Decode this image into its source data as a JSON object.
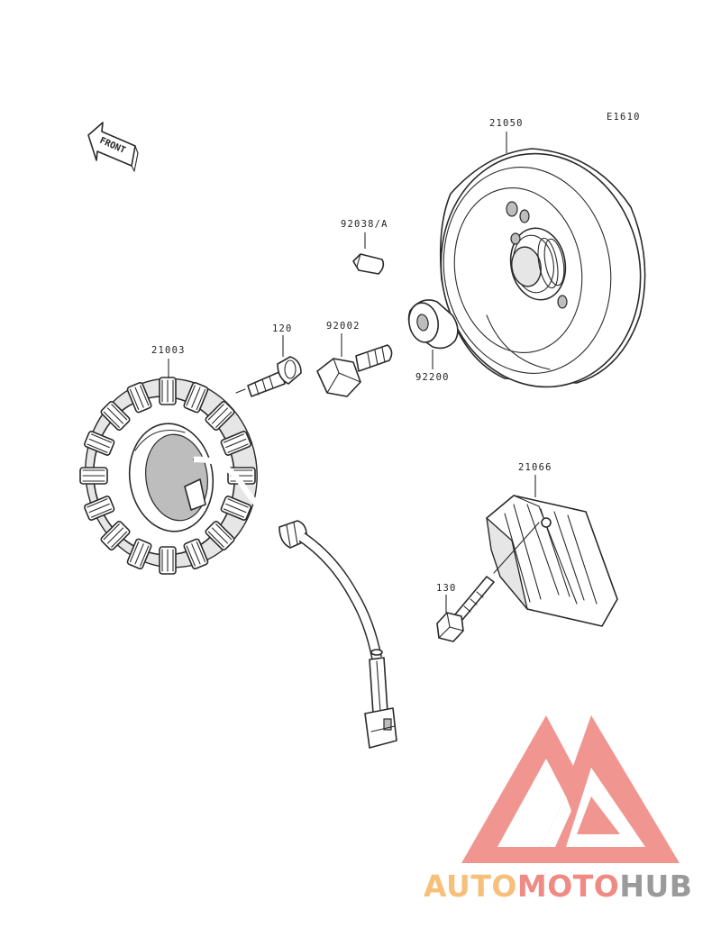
{
  "diagram": {
    "code": "E1610",
    "front_label": "FRONT",
    "parts": {
      "flywheel": "21050",
      "woodruff_key": "92038/A",
      "washer": "92200",
      "flywheel_bolt": "92002",
      "stator_screw": "120",
      "stator": "21003",
      "regulator": "21066",
      "regulator_bolt": "130"
    }
  },
  "watermark": {
    "part1": "AUTO",
    "part2": "MOTO",
    "part3": "HUB",
    "colors": {
      "auto": "#f7c07a",
      "moto": "#f08a84",
      "hub": "#9a9a9a",
      "logo": "#f08a84"
    }
  }
}
